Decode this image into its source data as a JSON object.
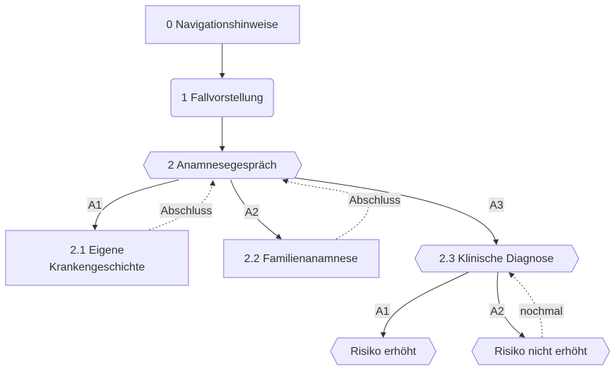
{
  "diagram": {
    "type": "flowchart",
    "direction": "top-down",
    "colors": {
      "node_fill": "#ECECFF",
      "node_stroke": "#9370DB",
      "edge": "#333333",
      "text": "#333333",
      "edge_label_bg": "#e8e8e8"
    },
    "nodes": [
      {
        "id": "n0",
        "label": "0 Navigationshinweise",
        "shape": "rect"
      },
      {
        "id": "n1",
        "label": "1 Fallvorstellung",
        "shape": "rounded"
      },
      {
        "id": "n2",
        "label": "2 Anamnesegespräch",
        "shape": "hexagon"
      },
      {
        "id": "n21",
        "label_lines": [
          "2.1 Eigene",
          "Krankengeschichte"
        ],
        "shape": "rect"
      },
      {
        "id": "n22",
        "label": "2.2 Familienanamnese",
        "shape": "rect"
      },
      {
        "id": "n23",
        "label": "2.3 Klinische Diagnose",
        "shape": "hexagon"
      },
      {
        "id": "n3",
        "label": "Risiko erhöht",
        "shape": "hexagon"
      },
      {
        "id": "n4",
        "label": "Risiko nicht erhöht",
        "shape": "hexagon"
      }
    ],
    "edges": [
      {
        "from": "n0",
        "to": "n1",
        "label": "",
        "style": "solid"
      },
      {
        "from": "n1",
        "to": "n2",
        "label": "",
        "style": "solid"
      },
      {
        "from": "n2",
        "to": "n21",
        "label": "A1",
        "style": "solid"
      },
      {
        "from": "n21",
        "to": "n2",
        "label": "Abschluss",
        "style": "dotted"
      },
      {
        "from": "n2",
        "to": "n22",
        "label": "A2",
        "style": "solid"
      },
      {
        "from": "n22",
        "to": "n2",
        "label": "Abschluss",
        "style": "dotted"
      },
      {
        "from": "n2",
        "to": "n23",
        "label": "A3",
        "style": "solid"
      },
      {
        "from": "n23",
        "to": "n3",
        "label": "A1",
        "style": "solid"
      },
      {
        "from": "n23",
        "to": "n4",
        "label": "A2",
        "style": "solid"
      },
      {
        "from": "n4",
        "to": "n23",
        "label": "nochmal",
        "style": "dotted"
      }
    ]
  }
}
